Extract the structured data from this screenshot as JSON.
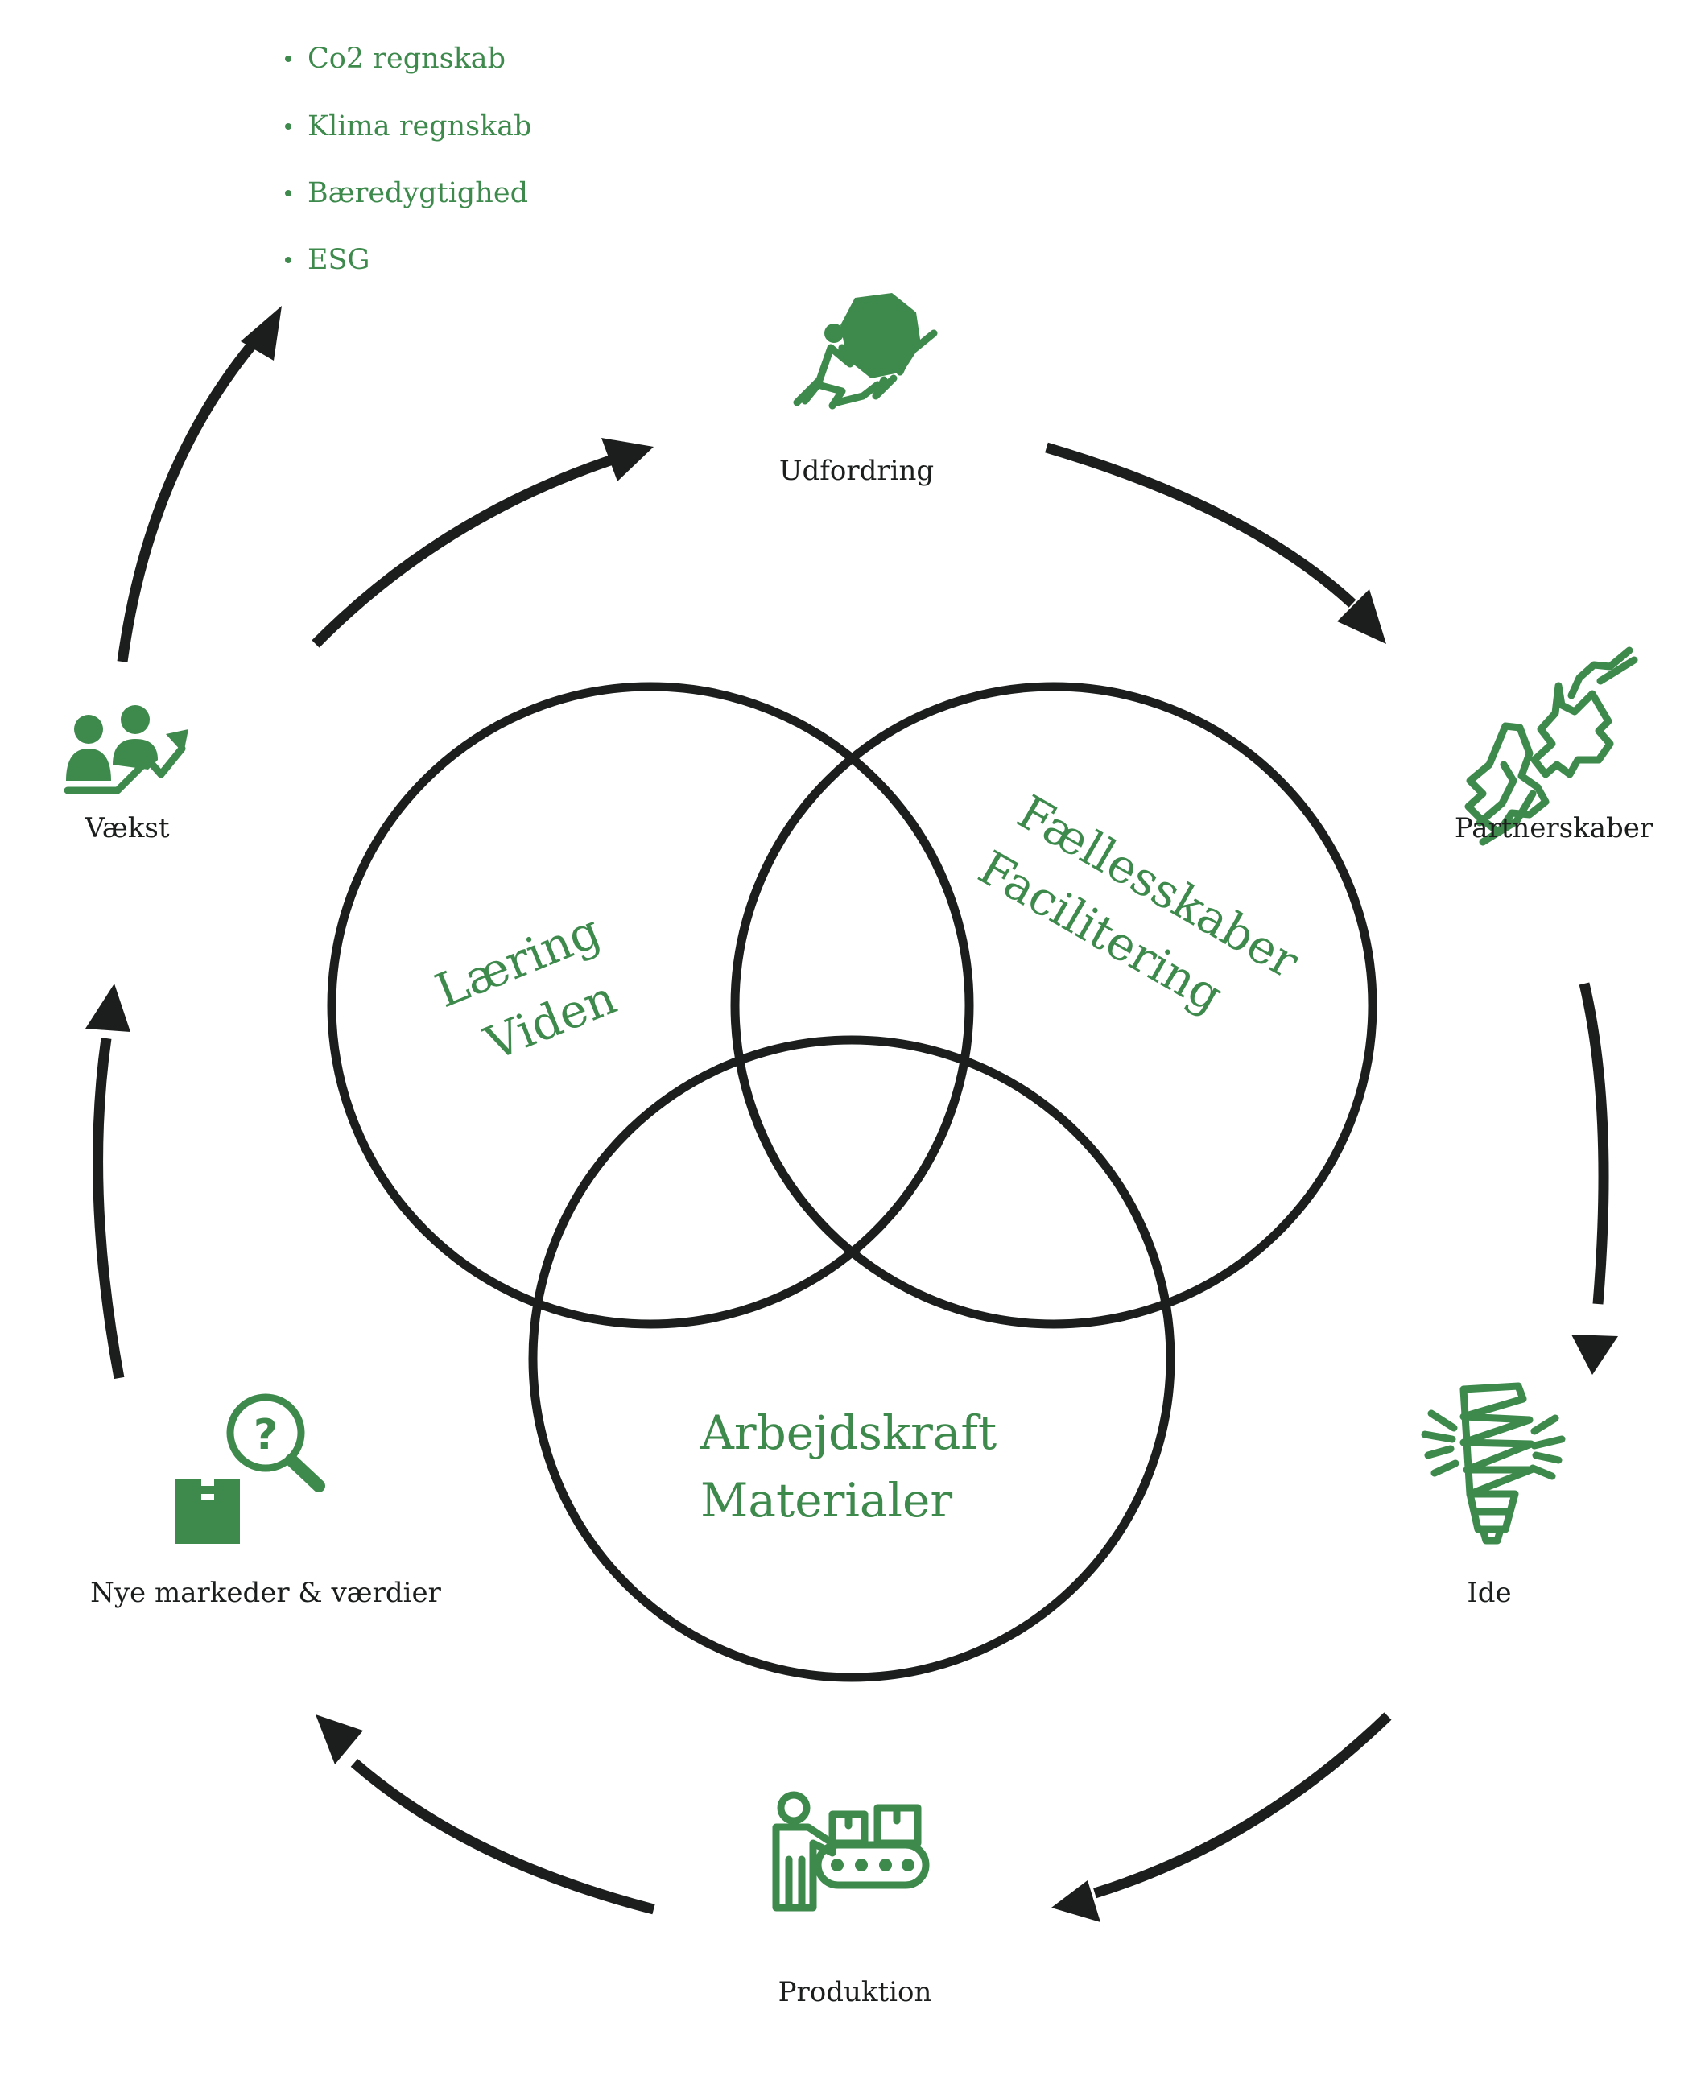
{
  "colors": {
    "accent": "#3e8a4d",
    "ink": "#1b1e1c",
    "background": "#ffffff"
  },
  "bullets": [
    "Co2 regnskab",
    "Klima regnskab",
    "Bæredygtighed",
    "ESG"
  ],
  "nodes": {
    "udfordring": {
      "label": "Udfordring",
      "icon": "boulder-pushing-climber-icon"
    },
    "partnerskaber": {
      "label": "Partnerskaber",
      "icon": "hands-puzzle-pieces-icon"
    },
    "ide": {
      "label": "Ide",
      "icon": "light-bulb-icon"
    },
    "produktion": {
      "label": "Produktion",
      "icon": "factory-worker-conveyor-icon"
    },
    "nye_markeder": {
      "label": "Nye markeder & værdier",
      "icon": "box-magnifier-question-icon"
    },
    "vaekst": {
      "label": "Vækst",
      "icon": "people-growth-arrow-icon"
    }
  },
  "venn": {
    "left": [
      "Læring",
      "Viden"
    ],
    "right": [
      "Fællesskaber",
      "Facilitering"
    ],
    "bottom": [
      "Arbejdskraft",
      "Materialer"
    ]
  }
}
